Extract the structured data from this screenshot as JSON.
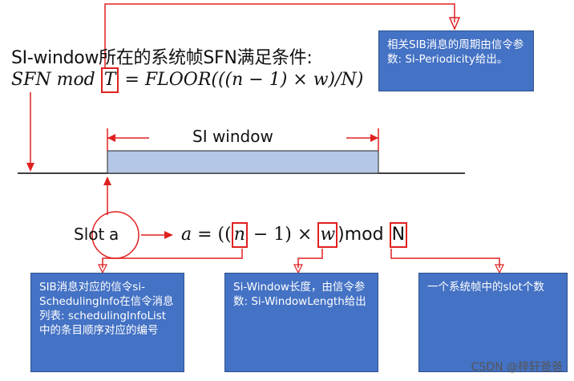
{
  "formula": {
    "title": "SI-window所在的系统帧SFN满足条件:",
    "lhs": "SFN mod ",
    "highlight_T": "T",
    "rhs": " = FLOOR(((n − 1) × w)/N)"
  },
  "notes": {
    "periodicity": "相关SIB消息的周期由信令参数: Si-Periodicity给出。",
    "scheduling_info": "SIB消息对应的信令si-SchedulingInfo在信令消息列表: schedulingInfoList中的条目顺序对应的编号",
    "window_length": "Si-Window长度，由信令参数: Si-WindowLength给出",
    "slots_per_frame": "一个系统帧中的slot个数"
  },
  "timeline": {
    "si_window_label": "SI window"
  },
  "slot": {
    "label": "Slot",
    "var": "a"
  },
  "equation2": {
    "lhs": "a",
    "eq": " = ((",
    "n": "n",
    "minus": " − 1) × ",
    "w": "w",
    "close": ")mod ",
    "N": "N"
  },
  "watermark": "CSDN @梓轩爸爸",
  "colors": {
    "accent_red": "#e02020",
    "note_blue": "#4472c4",
    "window_fill": "#b4c7e7"
  }
}
